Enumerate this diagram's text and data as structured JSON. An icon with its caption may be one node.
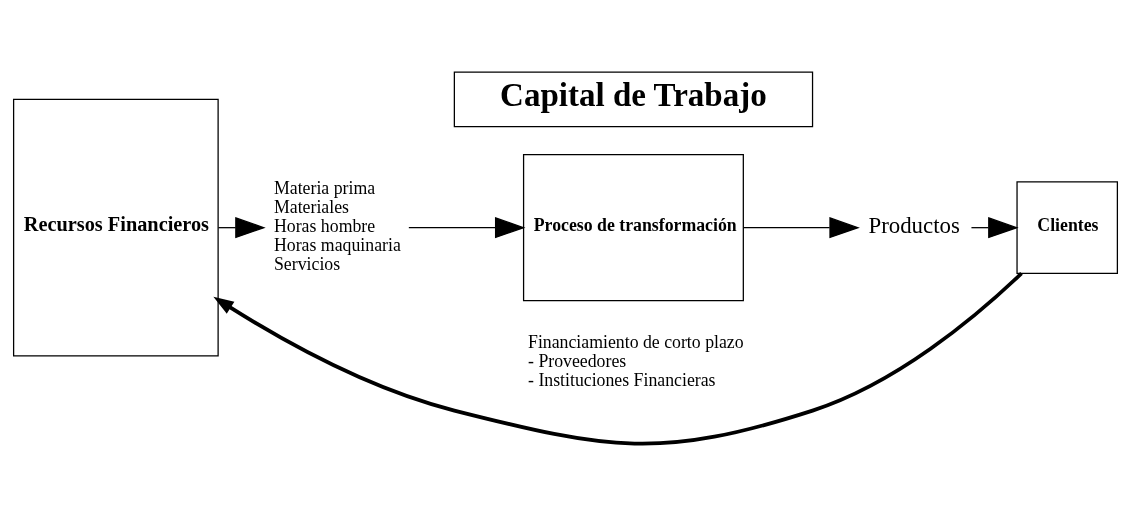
{
  "diagram": {
    "nodes": [
      {
        "text": [
          "Capital de Trabajo"
        ]
      },
      {
        "text": [
          "Recursos Financieros"
        ]
      },
      {
        "text": [
          "Materia prima",
          "Materiales",
          "Horas hombre",
          "Horas maquinaria",
          "Servicios"
        ]
      },
      {
        "text": [
          "Proceso de transformación"
        ]
      },
      {
        "text": [
          "Productos"
        ]
      },
      {
        "text": [
          "Clientes"
        ]
      }
    ],
    "edges": [
      {
        "from": 1,
        "to": 2,
        "arrow": "to"
      },
      {
        "from": 2,
        "to": 3,
        "arrow": "to"
      },
      {
        "from": 3,
        "to": 4,
        "arrow": "to"
      },
      {
        "from": 4,
        "to": 5,
        "arrow": "to"
      },
      {
        "from": 5,
        "to": 1,
        "arrow": "to",
        "style": "thick"
      }
    ],
    "labels": [
      "Financiamiento de corto plazo",
      "- Proveedores",
      "- Instituciones Financieras"
    ]
  }
}
